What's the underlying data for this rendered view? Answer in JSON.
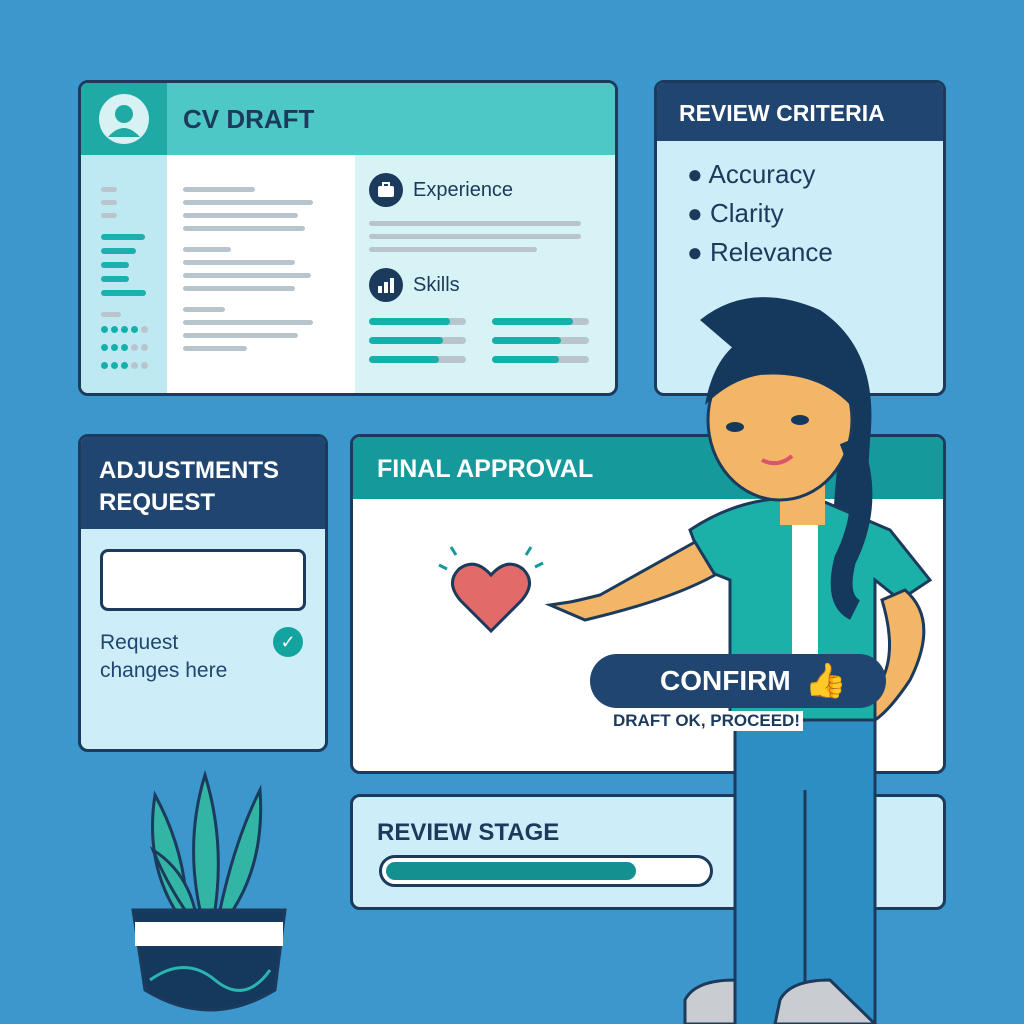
{
  "cv": {
    "title": "CV DRAFT",
    "experience": "Experience",
    "skills": "Skills",
    "skill_levels": [
      0.84,
      0.76,
      0.72,
      0.84,
      0.71,
      0.69
    ]
  },
  "criteria": {
    "title": "REVIEW CRITERIA",
    "items": [
      "Accuracy",
      "Clarity",
      "Relevance"
    ]
  },
  "adjust": {
    "title_1": "ADJUSTMENTS",
    "title_2": "REQUEST",
    "input_value": "",
    "hint_1": "Request",
    "hint_2": "changes here"
  },
  "approval": {
    "title": "FINAL APPROVAL",
    "confirm": "CONFIRM",
    "subtext": "DRAFT OK, PROCEED!"
  },
  "stage": {
    "title": "REVIEW STAGE",
    "progress": 0.78
  },
  "colors": {
    "background": "#3b97cc",
    "navy": "#1f4570",
    "teal": "#14b0aa"
  }
}
